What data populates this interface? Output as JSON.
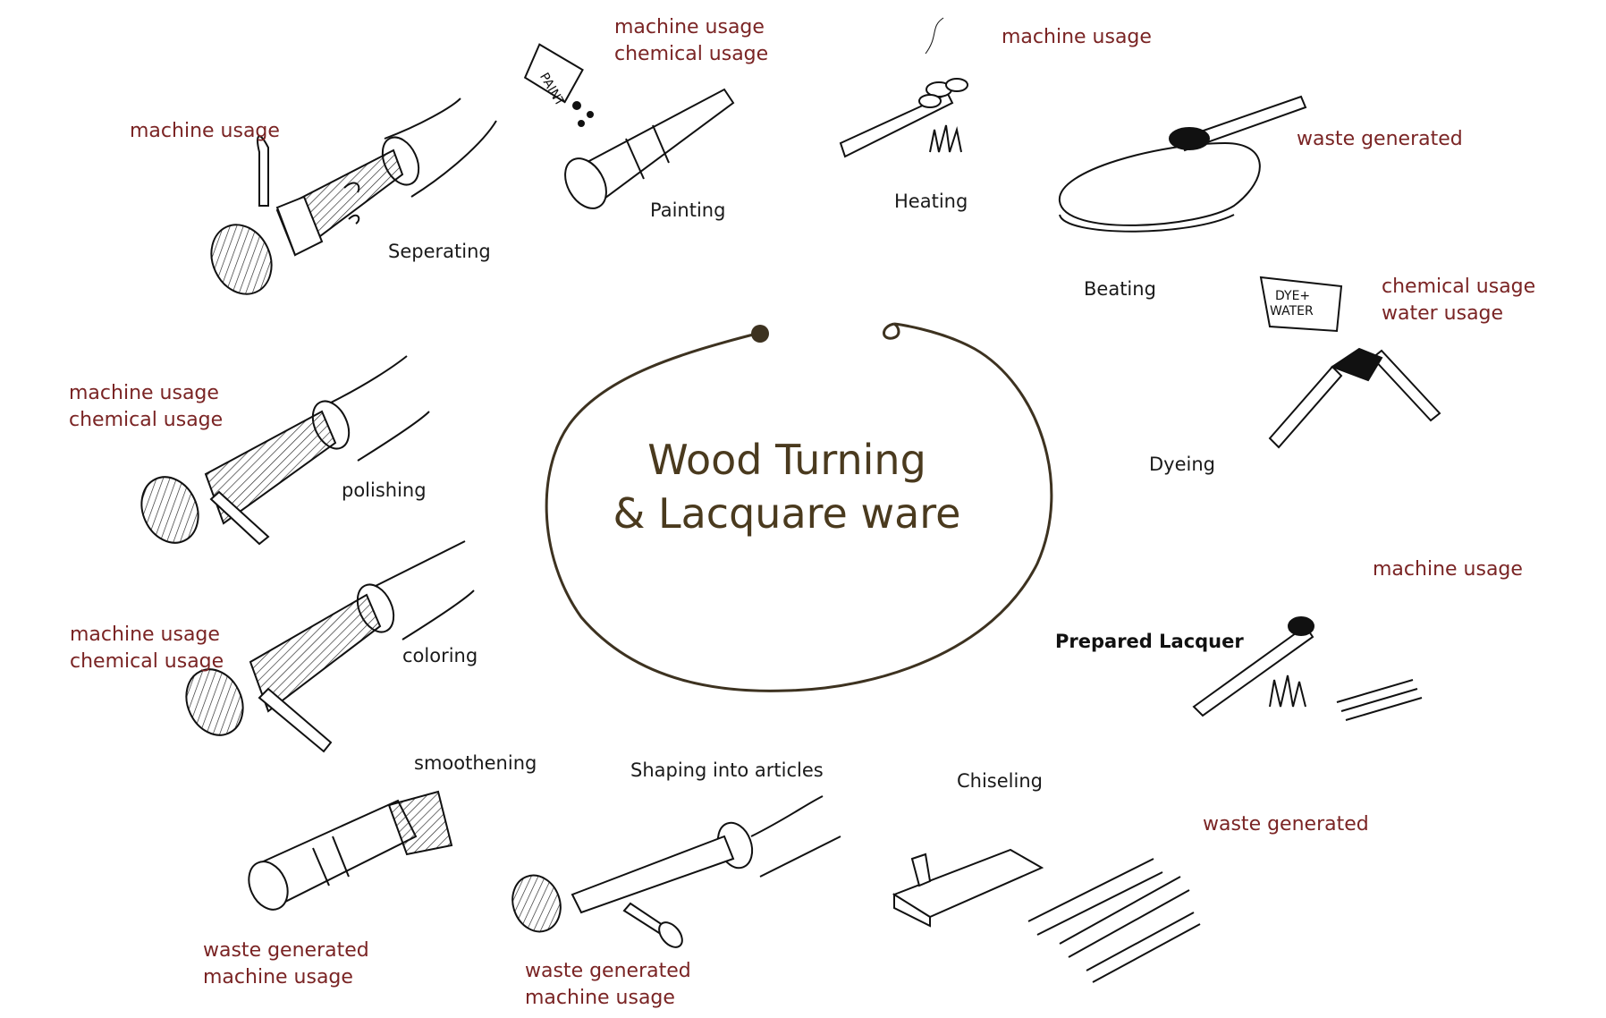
{
  "title": {
    "line1": "Wood Turning",
    "line2": "& Lacquare ware"
  },
  "colors": {
    "impact_text": "#7a2424",
    "title_text": "#4a3a1e",
    "loop_stroke": "#3d3220",
    "step_text": "#1a1a1a"
  },
  "steps": {
    "seperating": {
      "label": "Seperating",
      "impacts": [
        "machine usage"
      ]
    },
    "painting": {
      "label": "Painting",
      "impacts": [
        "machine usage",
        "chemical usage"
      ],
      "can_text": "PAINT"
    },
    "heating": {
      "label": "Heating",
      "impacts": [
        "machine usage"
      ]
    },
    "beating": {
      "label": "Beating",
      "impacts": [
        "waste generated"
      ]
    },
    "dyeing": {
      "label": "Dyeing",
      "impacts": [
        "chemical usage",
        "water usage"
      ],
      "can_text_1": "DYE+",
      "can_text_2": "WATER"
    },
    "lacquer": {
      "label": "Prepared Lacquer",
      "impacts": [
        "machine usage"
      ]
    },
    "chiseling": {
      "label": "Chiseling",
      "impacts": [
        "waste generated"
      ]
    },
    "shaping": {
      "label": "Shaping into articles",
      "impacts": [
        "waste generated",
        "machine usage"
      ]
    },
    "smoothening": {
      "label": "smoothening",
      "impacts": [
        "waste generated",
        "machine usage"
      ]
    },
    "coloring": {
      "label": "coloring",
      "impacts": [
        "machine usage",
        "chemical usage"
      ]
    },
    "polishing": {
      "label": "polishing",
      "impacts": [
        "machine usage",
        "chemical usage"
      ]
    }
  }
}
